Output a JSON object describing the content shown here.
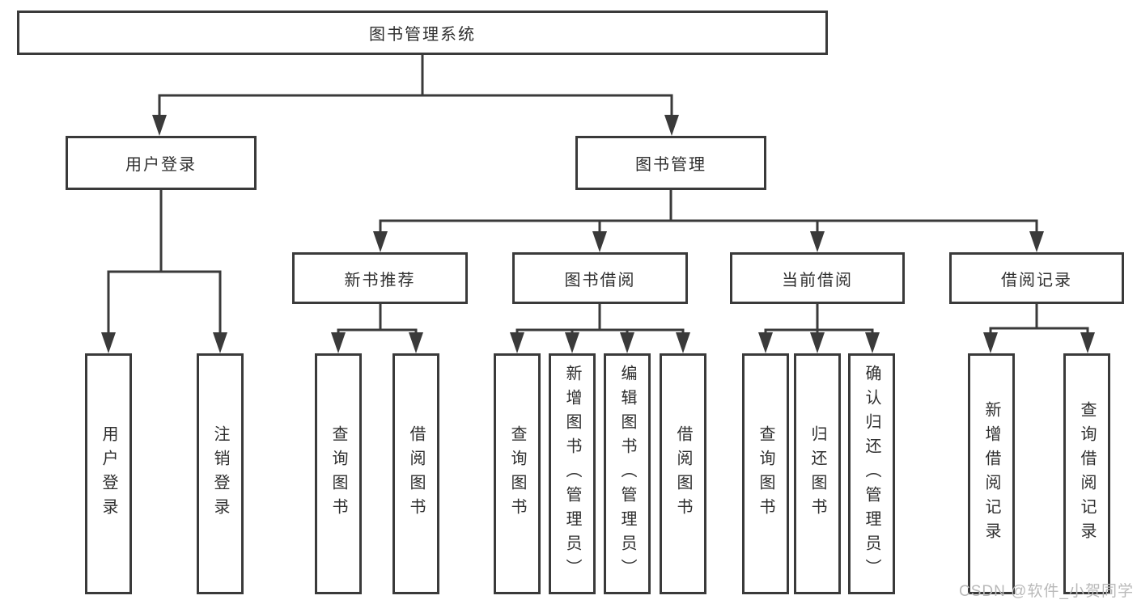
{
  "diagram": {
    "type": "hierarchy",
    "colors": {
      "line": "#3a3a3a",
      "box_border": "#3a3a3a",
      "box_background": "#ffffff",
      "text": "#2f2f2f",
      "watermark_text": "#b9b9b9",
      "page_background": "#ffffff"
    },
    "nodes": {
      "root": {
        "label": "图书管理系统"
      },
      "level2": [
        {
          "id": "user-login",
          "label": "用户登录",
          "parent": "图书管理系统"
        },
        {
          "id": "book-management",
          "label": "图书管理",
          "parent": "图书管理系统"
        }
      ],
      "level3": [
        {
          "id": "new-book-recommendation",
          "label": "新书推荐",
          "parent": "图书管理"
        },
        {
          "id": "book-borrowing",
          "label": "图书借阅",
          "parent": "图书管理"
        },
        {
          "id": "current-borrowing",
          "label": "当前借阅",
          "parent": "图书管理"
        },
        {
          "id": "borrowing-records",
          "label": "借阅记录",
          "parent": "图书管理"
        }
      ],
      "leaves": [
        {
          "id": "login-user-login",
          "label": "用户登录",
          "parent": "用户登录"
        },
        {
          "id": "login-logout",
          "label": "注销登录",
          "parent": "用户登录"
        },
        {
          "id": "recommend-query-books",
          "label": "查询图书",
          "parent": "新书推荐"
        },
        {
          "id": "recommend-borrow-books",
          "label": "借阅图书",
          "parent": "新书推荐"
        },
        {
          "id": "borrow-query-books",
          "label": "查询图书",
          "parent": "图书借阅"
        },
        {
          "id": "borrow-add-books-admin",
          "label": "新增图书（管理员）",
          "parent": "图书借阅"
        },
        {
          "id": "borrow-edit-books-admin",
          "label": "编辑图书（管理员）",
          "parent": "图书借阅"
        },
        {
          "id": "borrow-borrow-books",
          "label": "借阅图书",
          "parent": "图书借阅"
        },
        {
          "id": "current-query-books",
          "label": "查询图书",
          "parent": "当前借阅"
        },
        {
          "id": "current-return-books",
          "label": "归还图书",
          "parent": "当前借阅"
        },
        {
          "id": "current-confirm-return-admin",
          "label": "确认归还（管理员）",
          "parent": "当前借阅"
        },
        {
          "id": "records-add-record",
          "label": "新增借阅记录",
          "parent": "借阅记录"
        },
        {
          "id": "records-query-record",
          "label": "查询借阅记录",
          "parent": "借阅记录"
        }
      ]
    },
    "watermark": {
      "text": "CSDN @软件_小贺同学"
    }
  }
}
